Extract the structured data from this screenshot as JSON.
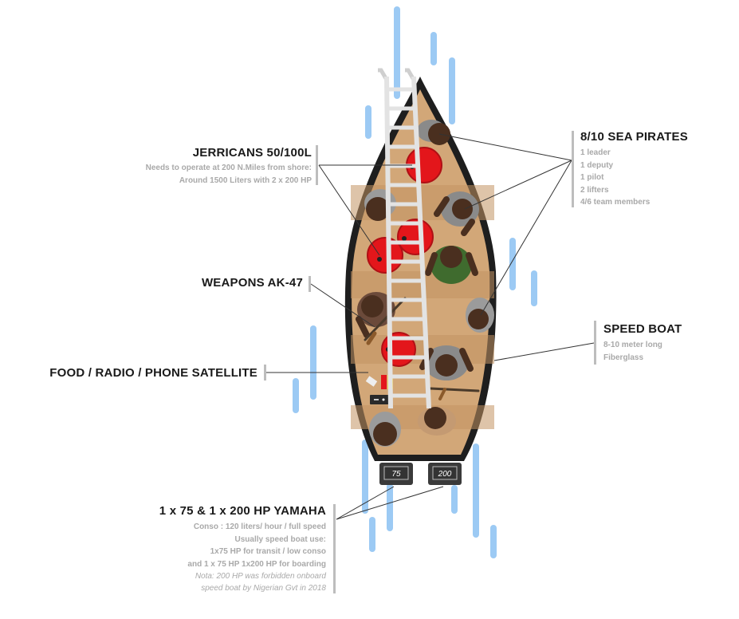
{
  "callouts": {
    "jerricans": {
      "title": "JERRICANS 50/100L",
      "lines": [
        "Needs to operate at 200 N.Miles from shore:",
        "Around 1500 Liters with 2 x 200 HP"
      ]
    },
    "weapons": {
      "title": "WEAPONS AK-47"
    },
    "food": {
      "title": "FOOD / RADIO / PHONE SATELLITE"
    },
    "pirates": {
      "title": "8/10 SEA PIRATES",
      "lines": [
        "1 leader",
        "1 deputy",
        "1 pilot",
        "2 lifters",
        "4/6 team members"
      ]
    },
    "speedboat": {
      "title": "SPEED BOAT",
      "lines": [
        "8-10 meter long",
        "Fiberglass"
      ]
    },
    "engines": {
      "title": "1 x 75 & 1 x 200 HP YAMAHA",
      "lines": [
        "Conso : 120 liters/ hour / full speed",
        "Usually speed boat use:",
        "1x75 HP for transit / low conso",
        "and 1 x 75 HP 1x200 HP for boarding"
      ],
      "note": [
        "Nota: 200 HP was forbidden onboard",
        "speed boat by Nigerian Gvt in 2018"
      ]
    }
  },
  "motors": {
    "left": "75",
    "right": "200"
  },
  "colors": {
    "water": "#9ccaf4",
    "hull": "#1e1e1e",
    "deck": "#d2a778",
    "deck_dark": "#c39463",
    "jerrican": "#e3161b",
    "ladder": "#e3e3e3",
    "leader_lines": "#333333",
    "callout_bar": "#bdbdbd"
  },
  "icons": [
    "ladder-icon",
    "jerrican-icon",
    "pirate-icon",
    "ak47-icon",
    "radio-icon",
    "phone-icon",
    "food-icon",
    "outboard-motor-icon"
  ]
}
